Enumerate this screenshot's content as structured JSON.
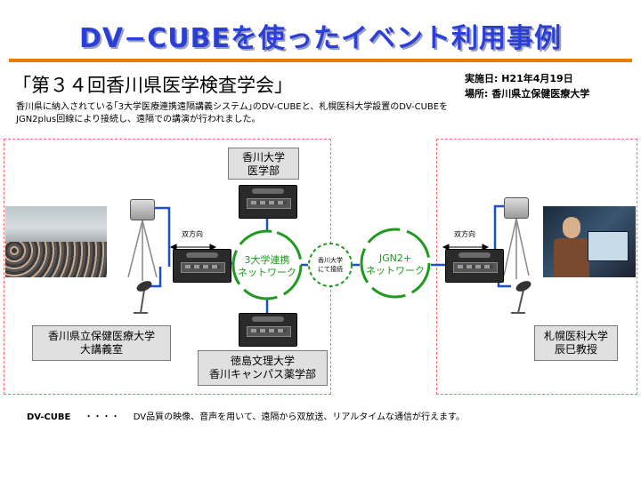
{
  "title": "DV−CUBEを使ったイベント利用事例",
  "subtitle": "「第３４回香川県医学検査学会」",
  "meta": {
    "date": "実施日: H21年4月19日",
    "place": "場所: 香川県立保健医療大学"
  },
  "description": {
    "line1": "香川県に納入されている｢3大学医療連携遠隔講義システム｣のDV-CUBEと、札幌医科大学設置のDV-CUBEを",
    "line2": "JGN2plus回線により接続し、遠隔での講演が行われました。"
  },
  "nodes": {
    "kagawa_med_line1": "香川大学",
    "kagawa_med_line2": "医学部",
    "prefectural_line1": "香川県立保健医療大学",
    "prefectural_line2": "大講義室",
    "tokushima_line1": "徳島文理大学",
    "tokushima_line2": "香川キャンパス薬学部",
    "sapporo_line1": "札幌医科大学",
    "sapporo_line2": "辰巳教授"
  },
  "networks": {
    "three_univ_line1": "3大学連携",
    "three_univ_line2": "ネットワーク",
    "gateway_line1": "香川大学",
    "gateway_line2": "にて接続",
    "jgn_line1": "JGN2+",
    "jgn_line2": "ネットワーク"
  },
  "bidirectional_left": "双方向",
  "bidirectional_right": "双方向",
  "footer": {
    "term": "DV-CUBE",
    "dots": "・・・・",
    "definition": "DV品質の映像、音声を用いて、遠隔から双放送、リアルタイムな通信が行えます。"
  },
  "colors": {
    "title_blue": "#2b3fd6",
    "accent_orange": "#f07a00",
    "network_green": "#1f9a1f",
    "link_blue": "#1d4fd6",
    "dashed_red": "#ff6a6a"
  }
}
